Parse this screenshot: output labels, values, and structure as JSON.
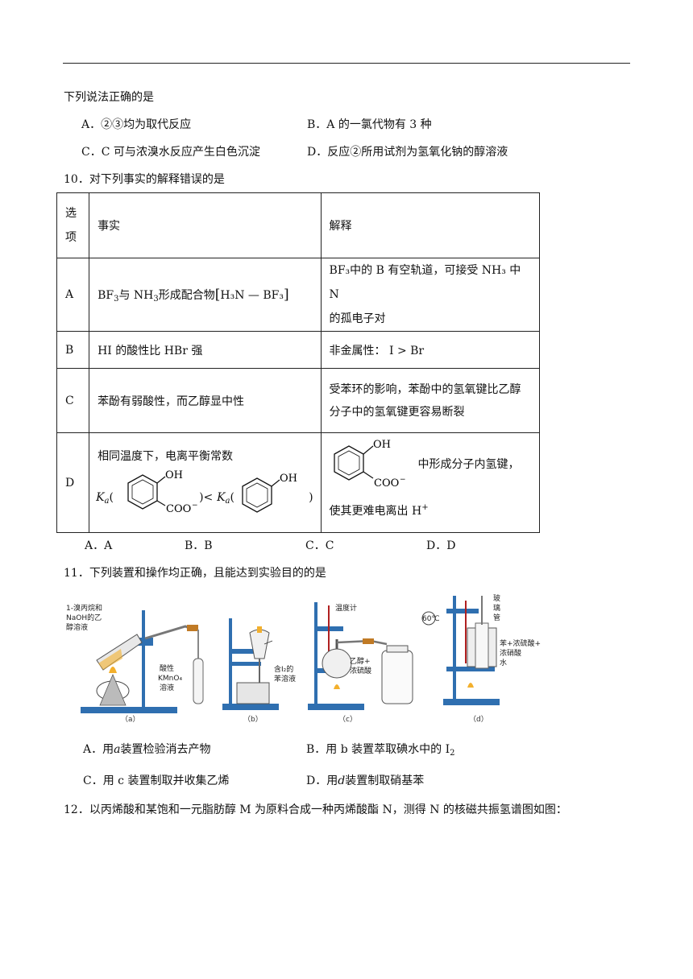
{
  "q9": {
    "stem": "下列说法正确的是",
    "opt_a": "A．②③均为取代反应",
    "opt_b": "B．A 的一氯代物有 3 种",
    "opt_c": "C．C 可与浓溴水反应产生白色沉淀",
    "opt_d": "D．反应②所用试剂为氢氧化钠的醇溶液"
  },
  "q10": {
    "stem": "10．对下列事实的解释错误的是",
    "header": {
      "col1_line1": "选",
      "col1_line2": "项",
      "col2": "事实",
      "col3": "解释"
    },
    "rows": [
      {
        "key": "A",
        "fact_prefix": "BF",
        "fact_sub1": "3",
        "fact_mid": "与 NH",
        "fact_sub2": "3",
        "fact_mid2": "形成配合物",
        "fact_complex": "H₃N — BF₃",
        "exp_line1": "BF₃中的 B 有空轨道，可接受 NH₃ 中 N",
        "exp_line2": "的孤电子对"
      },
      {
        "key": "B",
        "fact": "HI 的酸性比 HBr 强",
        "exp": "非金属性： I > Br"
      },
      {
        "key": "C",
        "fact": "苯酚有弱酸性，而乙醇显中性",
        "exp_line1": "受苯环的影响，苯酚中的氢氧键比乙醇",
        "exp_line2": "分子中的氢氧键更容易断裂"
      },
      {
        "key": "D",
        "fact_line1": "相同温度下，电离平衡常数",
        "ka_left": "K",
        "ka_sub": "a",
        "lt": ")<",
        "close": ")",
        "oh": "OH",
        "coo": "COO",
        "coo_sup": "−",
        "exp_line1": "中形成分子内氢键，",
        "exp_line2": "使其更难电离出 H",
        "exp_sup": "+"
      }
    ],
    "choices": [
      "A．A",
      "B．B",
      "C．C",
      "D．D"
    ]
  },
  "q11": {
    "stem": "11．下列装置和操作均正确，且能达到实验目的的是",
    "fig_a": {
      "label1": "1-溴丙烷和",
      "label2": "NaOH的乙",
      "label3": "醇溶液",
      "reagent1": "酸性",
      "reagent2": "KMnO₄",
      "reagent3": "溶液",
      "caption": "（a）"
    },
    "fig_b": {
      "label1": "含I₂的",
      "label2": "苯溶液",
      "caption": "（b）"
    },
    "fig_c": {
      "label1": "温度计",
      "label2": "乙醇+",
      "label3": "浓硫酸",
      "caption": "（c）"
    },
    "fig_d": {
      "label1": "玻",
      "label2": "璃",
      "label3": "管",
      "label4": "苯+浓硫酸+",
      "label5": "浓硝酸",
      "label6": "水",
      "thermo": "60℃",
      "caption": "（d）"
    },
    "opt_a": "A．用",
    "opt_a_var": "a",
    "opt_a_rest": "装置检验消去产物",
    "opt_b": "B．用 b 装置萃取碘水中的 I",
    "opt_b_sub": "2",
    "opt_c": "C．用 c 装置制取并收集乙烯",
    "opt_d": "D．用",
    "opt_d_var": "d",
    "opt_d_rest": "装置制取硝基苯"
  },
  "q12": {
    "stem": "12．以丙烯酸和某饱和一元脂肪醇 M 为原料合成一种丙烯酸酯 N，测得 N 的核磁共振氢谱图如图："
  },
  "colors": {
    "stand": "#2f6fb0",
    "flame": "#f3b02d",
    "liquid": "#dcdcdc"
  }
}
